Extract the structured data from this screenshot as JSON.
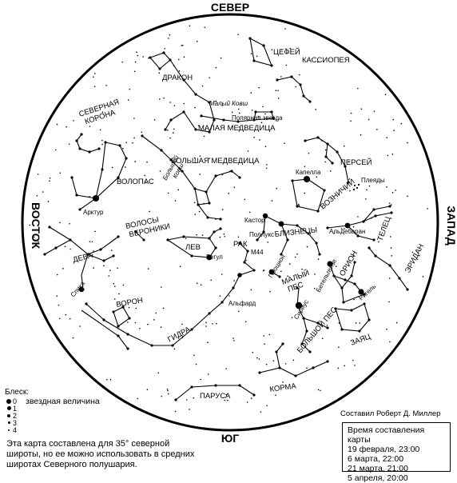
{
  "directions": {
    "north": "СЕВЕР",
    "south": "ЮГ",
    "east": "ВОСТОК",
    "west": "ЗАПАД"
  },
  "constellations": [
    "ЦЕФЕЙ",
    "КАССИОПЕЯ",
    "ДРАКОН",
    "МАЛАЯ МЕДВЕДИЦА",
    "СЕВЕРНАЯ КОРОНА",
    "ВОЛОПАС",
    "БОЛЬШАЯ МЕДВЕДИЦА",
    "ПЕРСЕЙ",
    "ВОЗНИЧИЙ",
    "ВОЛОСЫ ВЕРОНИКИ",
    "ЛЕВ",
    "РАК",
    "БЛИЗНЕЦЫ",
    "ТЕЛЕЦ",
    "ДЕВА",
    "МАЛЫЙ ПЕС",
    "ОРИОН",
    "ЭРИДАН",
    "ВОРОН",
    "ГИДРА",
    "БОЛЬШОЙ ПЕС",
    "ЗАЯЦ",
    "ПАРУСА",
    "КОРМА"
  ],
  "stars": [
    "Малый Ковш",
    "Полярная звезда",
    "Большой Ковш",
    "Капелла",
    "Плеяды",
    "Арктур",
    "Кастор",
    "Поллукс",
    "Альдебаран",
    "Регул",
    "М44",
    "Процион",
    "Бетельгейзе",
    "Ригель",
    "Спика",
    "Альфард",
    "Сириус"
  ],
  "legend": {
    "title": "Блеск:",
    "magnitudes": [
      "0",
      "1",
      "2",
      "3",
      "4"
    ],
    "caption": "звездная величина"
  },
  "note": "Эта карта составлена для 35° северной широты, но ее можно использовать в средних широтах Северного полушария.",
  "author": "Составил Роберт Д. Миллер",
  "times": {
    "title": "Время составления карты",
    "rows": [
      "19 февраля, 23:00",
      "6 марта, 22:00",
      "21 марта, 21:00",
      "5 апреля, 20:00"
    ]
  }
}
